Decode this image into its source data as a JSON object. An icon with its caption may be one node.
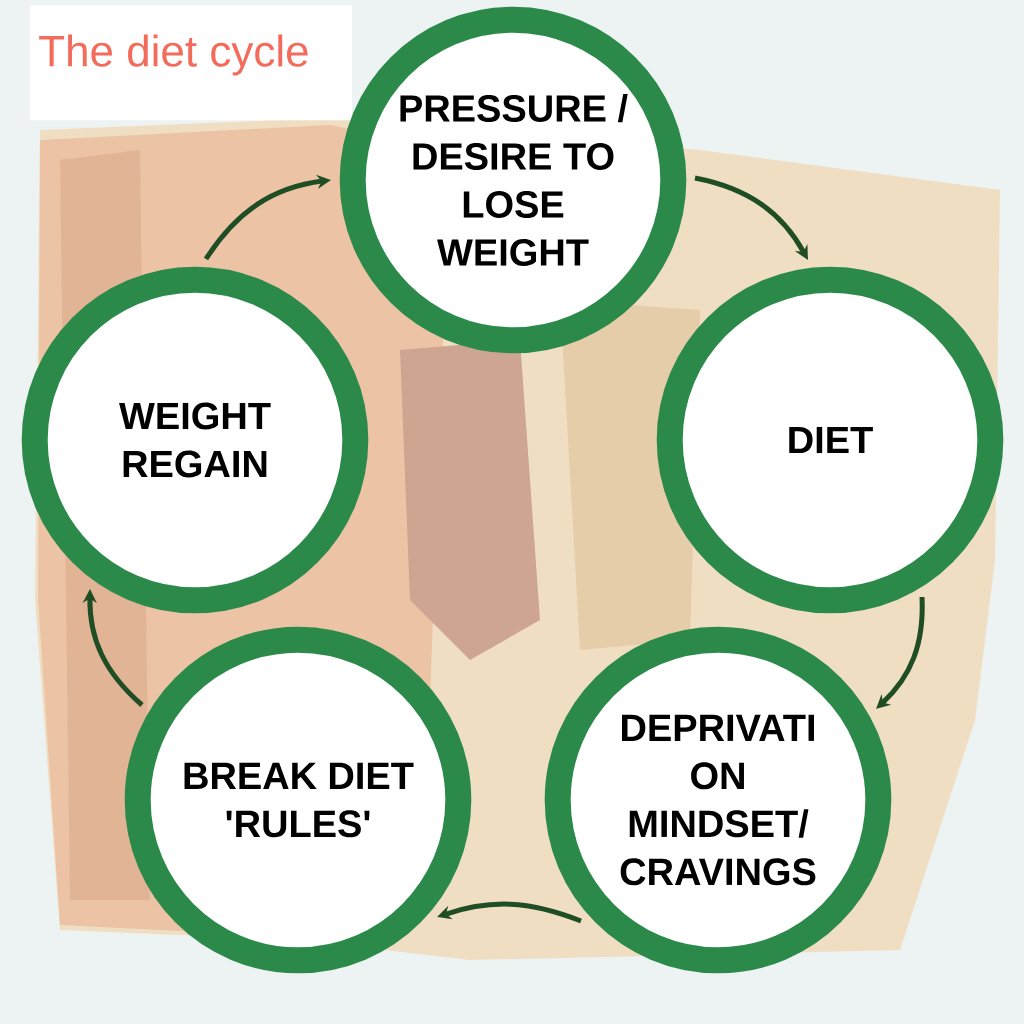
{
  "diagram": {
    "title": "The diet cycle",
    "nodes": [
      {
        "text": [
          "PRESSURE / DESIRE TO LOSE WEIGHT"
        ]
      },
      {
        "text": [
          "DIET"
        ]
      },
      {
        "text": [
          "DEPRIVATI ON MINDSET/ CRAVINGS"
        ]
      },
      {
        "text": [
          "BREAK DIET 'RULES'"
        ]
      },
      {
        "text": [
          "WEIGHT REGAIN"
        ]
      }
    ],
    "edges": [
      {
        "from": 0,
        "to": 1,
        "arrow": "to"
      },
      {
        "from": 1,
        "to": 2,
        "arrow": "to"
      },
      {
        "from": 2,
        "to": 3,
        "arrow": "to"
      },
      {
        "from": 3,
        "to": 4,
        "arrow": "to"
      },
      {
        "from": 4,
        "to": 0,
        "arrow": "to"
      }
    ]
  }
}
